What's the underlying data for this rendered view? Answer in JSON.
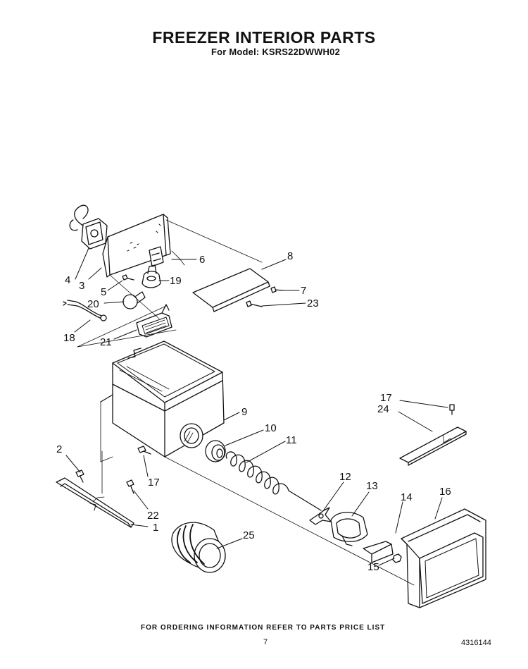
{
  "header": {
    "title": "FREEZER INTERIOR PARTS",
    "subtitle": "For Model: KSRS22DWWH02"
  },
  "callouts": {
    "c1": "1",
    "c2": "2",
    "c3": "3",
    "c4": "4",
    "c5": "5",
    "c6": "6",
    "c7": "7",
    "c8": "8",
    "c9": "9",
    "c10": "10",
    "c11": "11",
    "c12": "12",
    "c13": "13",
    "c14": "14",
    "c15": "15",
    "c16": "16",
    "c17a": "17",
    "c17b": "17",
    "c18": "18",
    "c19": "19",
    "c20": "20",
    "c21": "21",
    "c22": "22",
    "c23": "23",
    "c24": "24",
    "c25": "25"
  },
  "footer": {
    "note": "FOR ORDERING INFORMATION REFER TO PARTS PRICE LIST",
    "page": "7",
    "doc_number": "4316144"
  }
}
